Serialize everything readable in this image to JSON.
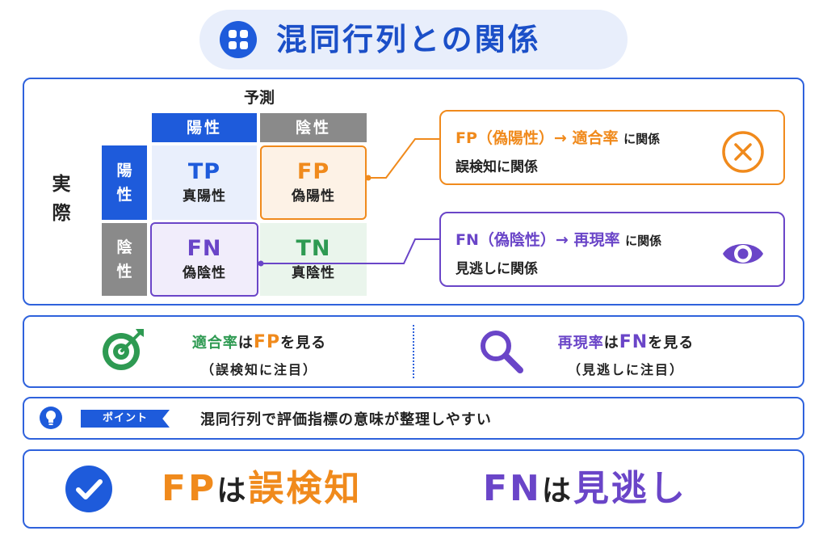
{
  "title": "混同行列との関係",
  "matrix": {
    "predicted_label": "予測",
    "actual_label": "実際",
    "col_headers": [
      "陽性",
      "陰性"
    ],
    "row_headers": [
      "陽性",
      "陰性"
    ],
    "cells": [
      {
        "code": "TP",
        "name": "真陽性"
      },
      {
        "code": "FP",
        "name": "偽陽性"
      },
      {
        "code": "FN",
        "name": "偽陰性"
      },
      {
        "code": "TN",
        "name": "真陰性"
      }
    ]
  },
  "callouts": {
    "fp": {
      "code": "FP",
      "paren": "（偽陽性）",
      "arrow": "→",
      "metric": "適合率",
      "suffix": "に関係",
      "sub": "誤検知に関係",
      "icon": "x-circle-icon"
    },
    "fn": {
      "code": "FN",
      "paren": "（偽陰性）",
      "arrow": "→",
      "metric": "再現率",
      "suffix": "に関係",
      "sub": "見逃しに関係",
      "icon": "eye-icon"
    }
  },
  "focus": {
    "left": {
      "metric": "適合率",
      "ha": "は",
      "code": "FP",
      "tail": "を見る",
      "sub": "（誤検知に注目）",
      "icon": "target-icon"
    },
    "right": {
      "metric": "再現率",
      "ha": "は",
      "code": "FN",
      "tail": "を見る",
      "sub": "（見逃しに注目）",
      "icon": "search-icon"
    }
  },
  "point": {
    "tag": "ポイント",
    "text": "混同行列で評価指標の意味が整理しやすい",
    "icon": "lightbulb-icon"
  },
  "summary": {
    "fp_code": "FP",
    "fp_ha": "は",
    "fp_word": "誤検知",
    "fn_code": "FN",
    "fn_ha": "は",
    "fn_word": "見逃し",
    "icon": "check-circle-icon"
  },
  "colors": {
    "blue": "#1e5bdb",
    "orange": "#f08a1c",
    "purple": "#6a45c8",
    "green": "#2e9a52",
    "gray": "#8a8a8a"
  }
}
